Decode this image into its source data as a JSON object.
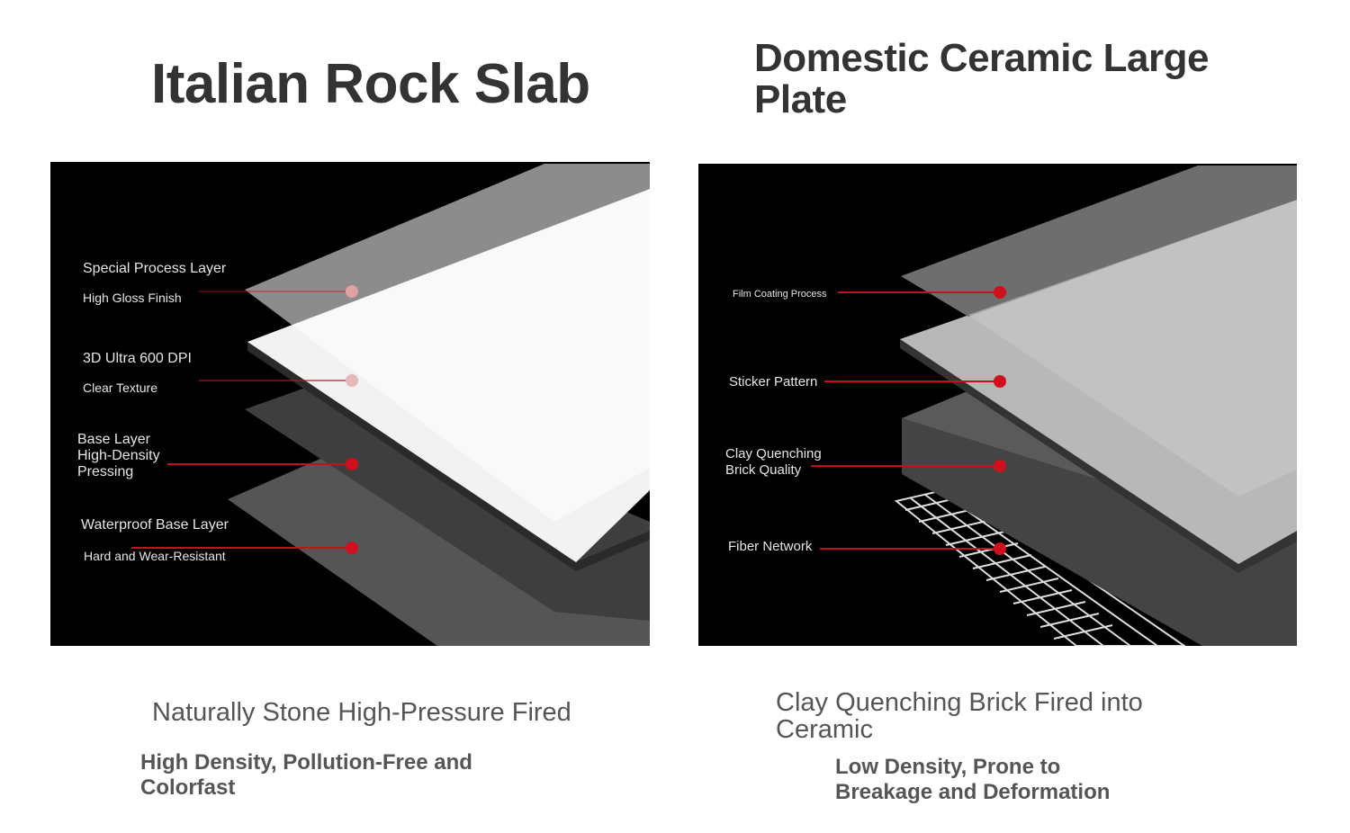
{
  "left": {
    "title": "Italian Rock Slab",
    "labels": [
      {
        "main": "Special Process Layer",
        "sub": "High Gloss Finish"
      },
      {
        "main": "3D Ultra 600 DPI",
        "sub": "Clear Texture"
      },
      {
        "main": "Base Layer\nHigh-Density\nPressing"
      },
      {
        "main": "Waterproof Base Layer",
        "sub": "Hard and Wear-Resistant"
      }
    ],
    "caption": "Naturally Stone High-Pressure Fired",
    "summary": "High Density, Pollution-Free and Colorfast"
  },
  "right": {
    "title": "Domestic Ceramic Large Plate",
    "labels": [
      {
        "main": "Film Coating Process"
      },
      {
        "main": "Sticker Pattern"
      },
      {
        "main": "Clay Quenching\nBrick Quality"
      },
      {
        "main": "Fiber Network"
      }
    ],
    "caption": "Clay Quenching Brick Fired into Ceramic",
    "summary": "Low Density, Prone to Breakage and Deformation"
  },
  "colors": {
    "callout": "#c8101c",
    "title": "#333333",
    "caption": "#555555"
  }
}
